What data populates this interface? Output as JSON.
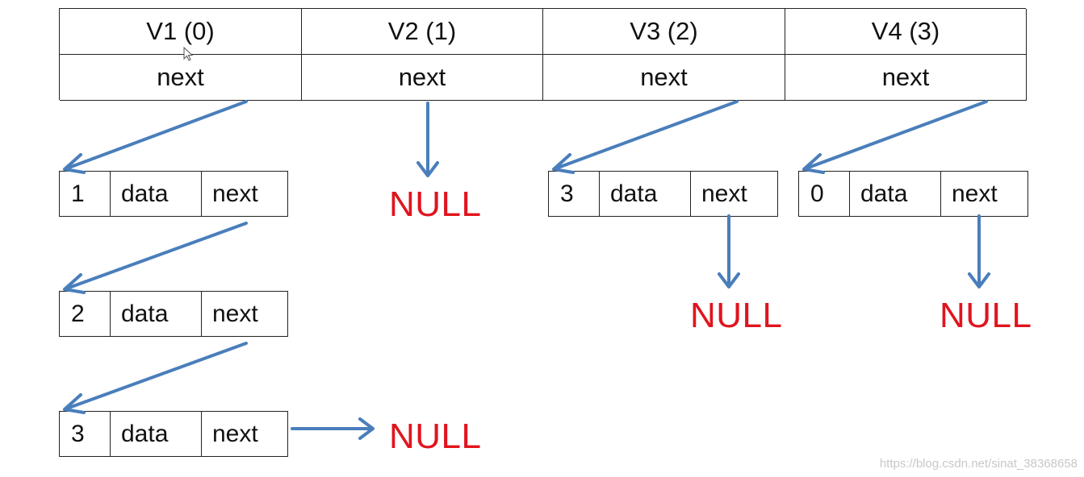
{
  "table": {
    "headers": [
      "V1 (0)",
      "V2 (1)",
      "V3 (2)",
      "V4 (3)"
    ],
    "next_label": "next"
  },
  "nodes": [
    {
      "index": "1",
      "data": "data",
      "next": "next"
    },
    {
      "index": "2",
      "data": "data",
      "next": "next"
    },
    {
      "index": "3",
      "data": "data",
      "next": "next"
    },
    {
      "index": "3",
      "data": "data",
      "next": "next"
    },
    {
      "index": "0",
      "data": "data",
      "next": "next"
    }
  ],
  "null_label": "NULL",
  "watermark": "https://blog.csdn.net/sinat_38368658",
  "colors": {
    "arrow": "#4a7ebb",
    "null_text": "#e0141e",
    "border": "#222222"
  }
}
